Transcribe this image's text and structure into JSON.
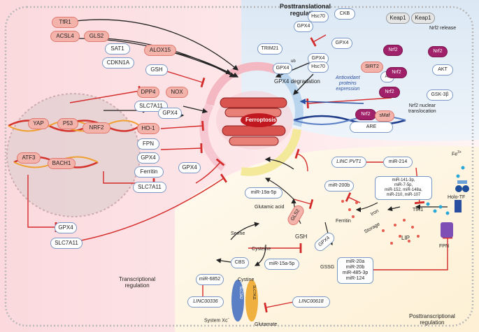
{
  "titles": {
    "posttranslational": "Posttranslational\nregulation",
    "transcriptional": "Transcriptional\nregulation",
    "posttranscriptional": "Posttranscriptional\nregulation"
  },
  "center": {
    "label": "Ferroptosis"
  },
  "transcriptional": {
    "tfr1": "TfR1",
    "acsl4": "ACSL4",
    "gls2": "GLS2",
    "sat1": "SAT1",
    "cdkn1a": "CDKN1A",
    "alox15": "ALOX15",
    "gsh": "GSH",
    "dpp4": "DPP4",
    "nox": "NOX",
    "slc7a11_a": "SLC7A11",
    "gpx4_a": "GPX4",
    "ho1": "HO-1",
    "fpn": "FPN",
    "gpx4_b": "GPX4",
    "ferritin": "Ferritin",
    "slc7a11_b": "SLC7A11",
    "gpx4_c": "GPX4",
    "gpx4_d": "GPX4",
    "slc7a11_c": "SLC7A11",
    "yap": "YAP",
    "p53": "P53",
    "nrf2": "NRF2",
    "atf3": "ATF3",
    "bach1": "BACH1"
  },
  "posttranslational": {
    "ckb": "CKB",
    "gpx4_p": "GPX4",
    "hsc70": "Hsc70",
    "gpx4_complex": "GPX4",
    "hsc70_complex": "Hsc70",
    "gpx4_ub": "GPX4",
    "ub": "ub",
    "trim21": "TRIM21",
    "gpx4_degradation": "GPX4 degradation",
    "keap1_a": "Keap1",
    "keap1_b": "Keap1",
    "nrf2_release": "Nrf2 release",
    "nrf2_a": "Nrf2",
    "nrf2_b": "Nrf2",
    "sirt2": "SIRT2",
    "ac": "Ac",
    "nrf2_c": "Nrf2",
    "nrf2_d": "Nrf2",
    "akt": "AKT",
    "gsk3b": "GSK-3β",
    "antioxidant": "Antioxidant\nproteins\nexpression",
    "translocation": "Nrf2 nuclear\ntranslocation",
    "nrf2_e": "Nrf2",
    "smaf": "sMaf",
    "are": "ARE"
  },
  "posttranscriptional": {
    "linc_pvt1": "LINC PVT1",
    "mir214": "miR-214",
    "mir200b": "miR-200b",
    "mir_group1": "miR-141-3p,\nmiR-7-5p,\nmiR-152, miR-148a,\nmiR-210, miR-107",
    "fe3": "Fe",
    "fe3_sup": "3+",
    "holo_tf": "Holo-TF",
    "tfr1": "TfR1",
    "ferritin": "Ferritin",
    "iron": "Iron",
    "storage": "Storage",
    "lip": "LIP",
    "fpn": "FPN",
    "mir19a": "miR-19a-5p",
    "glutamic": "Glutamic acid",
    "gls2": "GLS2",
    "gsh": "GSH",
    "gpx4": "GPX4",
    "serine": "Serine",
    "cysteine_a": "Cysteine",
    "cysteine_b": "Cystine",
    "cbs": "CBS",
    "mir15a": "miR-15a-5p",
    "gssg": "GSSG",
    "mir_group2": "miR-20a\nmiR-20b\nmiR-485-3p\nmiR-124",
    "mir6852": "miR-6852",
    "linc00336": "LINC00336",
    "linc00618": "LINC00618",
    "slc3a2": "SLC3A2",
    "slc7a11": "SLC7A11",
    "system_xc": "System Xc",
    "system_xc_sup": "−",
    "glutamate": "Glutamate"
  },
  "colors": {
    "red_box": "#f3b3aa",
    "magenta": "#a0206a",
    "blue_outline": "#7a98c4",
    "inhibit": "#d42a2a"
  }
}
